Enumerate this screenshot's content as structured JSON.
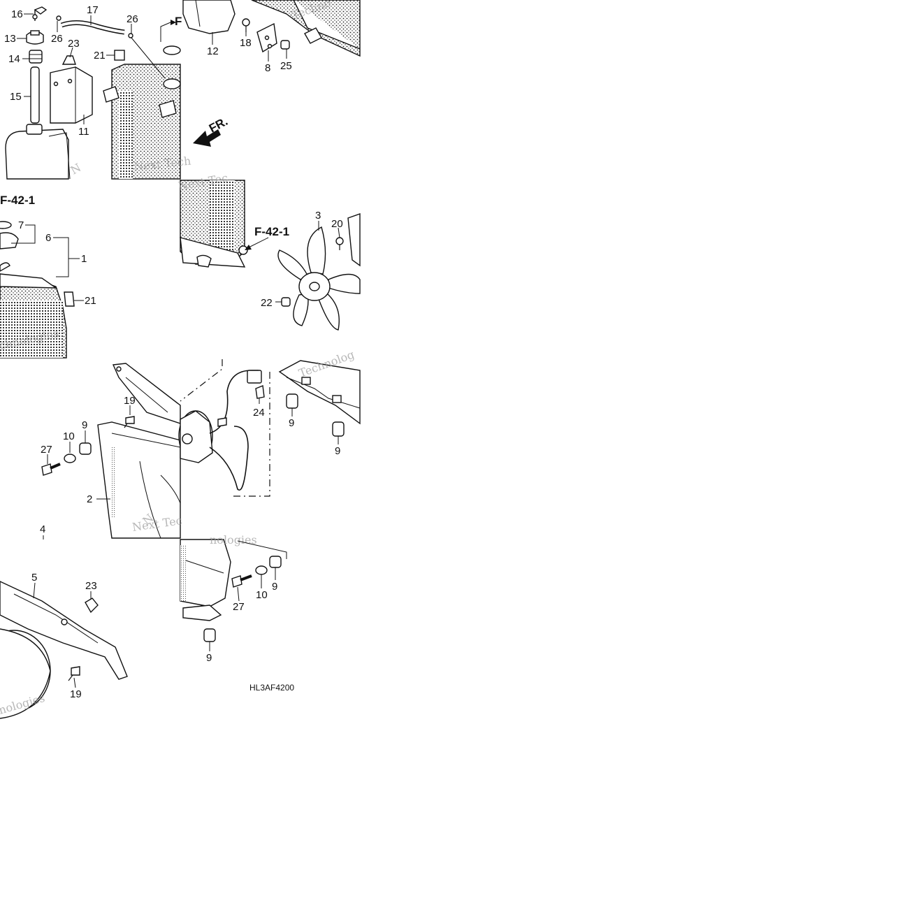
{
  "diagram": {
    "code": "HL3AF4200",
    "ref_labels": [
      "F-42-1",
      "F-42-1",
      "F"
    ],
    "direction_label": "FR.",
    "watermarks": [
      "Next Tech",
      "Next Technologies",
      "Techno",
      "chnologies",
      "Next Tec",
      "Technolog",
      "nologies",
      "nologies"
    ]
  },
  "callouts": [
    {
      "id": "c16",
      "label": "16"
    },
    {
      "id": "c17",
      "label": "17"
    },
    {
      "id": "c26a",
      "label": "26"
    },
    {
      "id": "c26b",
      "label": "26"
    },
    {
      "id": "c13",
      "label": "13"
    },
    {
      "id": "c23a",
      "label": "23"
    },
    {
      "id": "c21a",
      "label": "21"
    },
    {
      "id": "c14",
      "label": "14"
    },
    {
      "id": "c15",
      "label": "15"
    },
    {
      "id": "c11",
      "label": "11"
    },
    {
      "id": "c12",
      "label": "12"
    },
    {
      "id": "c18",
      "label": "18"
    },
    {
      "id": "c8",
      "label": "8"
    },
    {
      "id": "c25",
      "label": "25"
    },
    {
      "id": "c7",
      "label": "7"
    },
    {
      "id": "c6",
      "label": "6"
    },
    {
      "id": "c1",
      "label": "1"
    },
    {
      "id": "c21b",
      "label": "21"
    },
    {
      "id": "c3",
      "label": "3"
    },
    {
      "id": "c20",
      "label": "20"
    },
    {
      "id": "c22",
      "label": "22"
    },
    {
      "id": "c19a",
      "label": "19"
    },
    {
      "id": "c9a",
      "label": "9"
    },
    {
      "id": "c10a",
      "label": "10"
    },
    {
      "id": "c27a",
      "label": "27"
    },
    {
      "id": "c2",
      "label": "2"
    },
    {
      "id": "c24",
      "label": "24"
    },
    {
      "id": "c9b",
      "label": "9"
    },
    {
      "id": "c9c",
      "label": "9"
    },
    {
      "id": "c4",
      "label": "4"
    },
    {
      "id": "c5",
      "label": "5"
    },
    {
      "id": "c23b",
      "label": "23"
    },
    {
      "id": "c19b",
      "label": "19"
    },
    {
      "id": "c9d",
      "label": "9"
    },
    {
      "id": "c10b",
      "label": "10"
    },
    {
      "id": "c27b",
      "label": "27"
    },
    {
      "id": "c9e",
      "label": "9"
    }
  ]
}
